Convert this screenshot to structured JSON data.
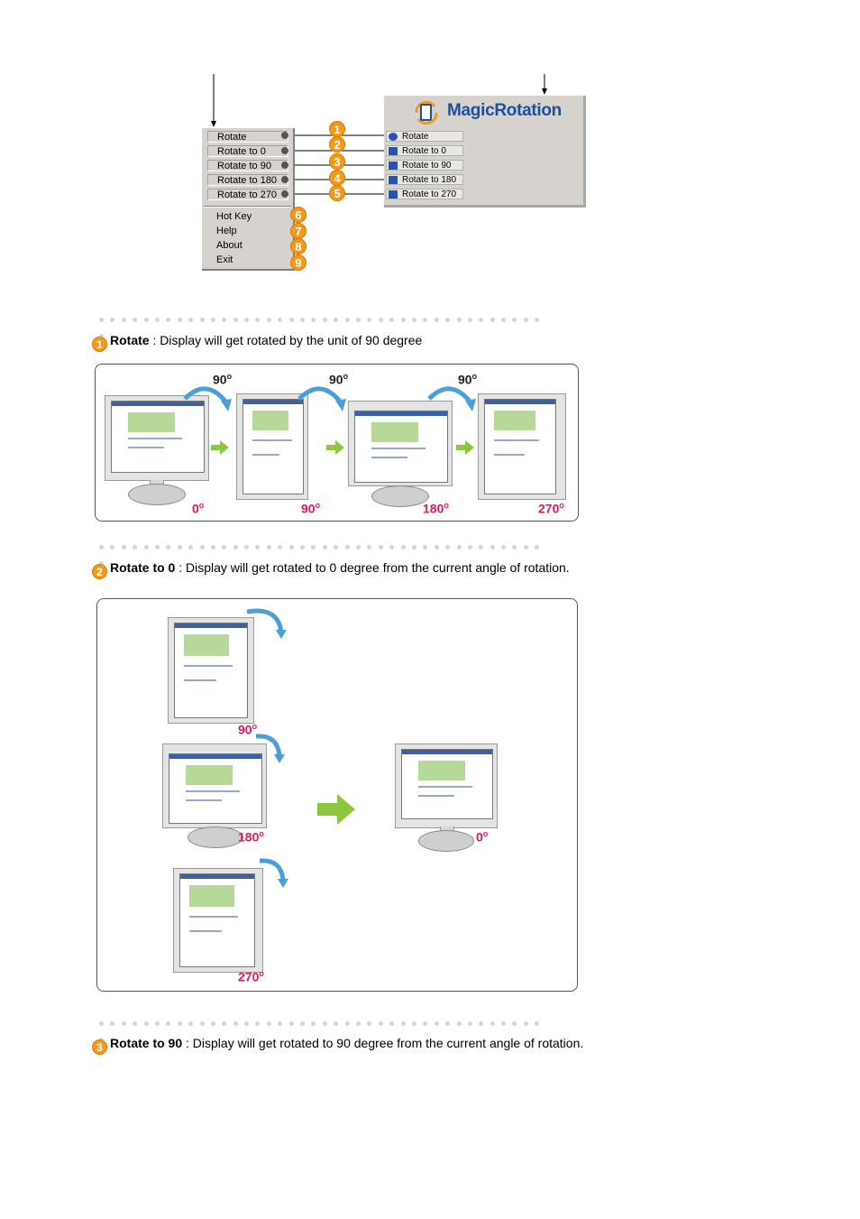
{
  "menu": {
    "items": [
      "Rotate",
      "Rotate to 0",
      "Rotate to 90",
      "Rotate to 180",
      "Rotate to 270",
      "Hot Key",
      "Help",
      "About",
      "Exit"
    ]
  },
  "magic_rotation": {
    "title": "MagicRotation",
    "items": [
      "Rotate",
      "Rotate to 0",
      "Rotate to 90",
      "Rotate to 180",
      "Rotate to 270"
    ]
  },
  "badges": [
    "1",
    "2",
    "3",
    "4",
    "5",
    "6",
    "7",
    "8",
    "9"
  ],
  "sections": [
    {
      "badge": "1",
      "title": "Rotate",
      "text": " :  Display will get rotated by the unit of 90 degree"
    },
    {
      "badge": "2",
      "title": "Rotate to 0",
      "text": " : Display will get rotated to 0 degree from the current angle of rotation."
    },
    {
      "badge": "3",
      "title": "Rotate to 90",
      "text": " : Display will get rotated to 90 degree from the current angle of rotation."
    }
  ],
  "rotate_panel": {
    "top_degrees": [
      "90",
      "90",
      "90"
    ],
    "bottom_degrees": [
      "0",
      "90",
      "180",
      "270"
    ],
    "degree_symbol": "o"
  },
  "rotate_to0_panel": {
    "labels": [
      "90",
      "180",
      "270",
      "0"
    ],
    "degree_symbol": "o"
  },
  "colors": {
    "badge": "#f39a1a",
    "degree_label": "#e0195a",
    "arrow": "#8dc63f",
    "rotation_arrow": "#4a9fd8"
  }
}
